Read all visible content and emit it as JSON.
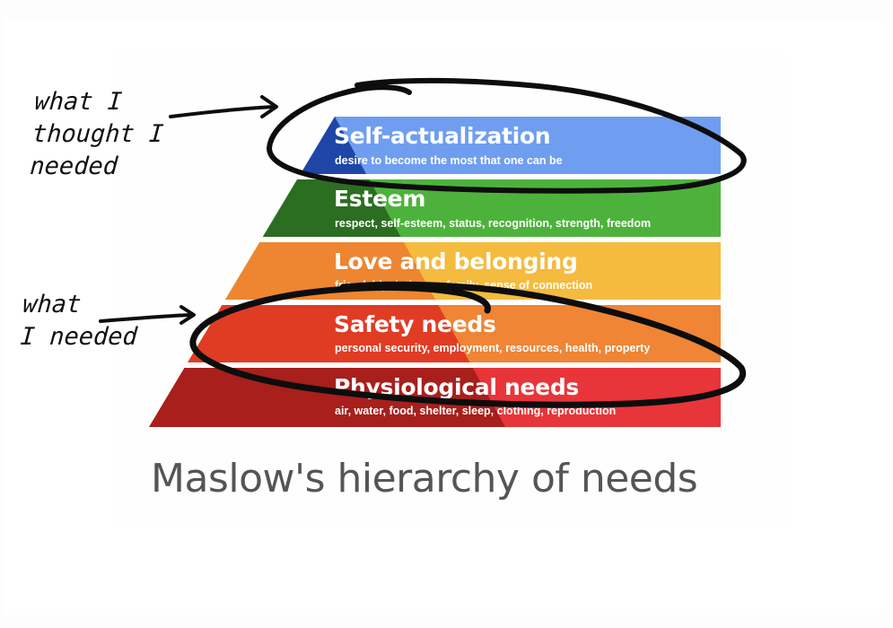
{
  "diagram": {
    "title": "Maslow's hierarchy of needs",
    "tiers": [
      {
        "name": "Self-actualization",
        "description": "desire to become the most that one can be",
        "color": "#6f9ef0",
        "shade": "#1f46a6"
      },
      {
        "name": "Esteem",
        "description": "respect, self-esteem, status, recognition, strength, freedom",
        "color": "#4db23c",
        "shade": "#2b6e22"
      },
      {
        "name": "Love and belonging",
        "description": "friendship, intimacy, family, sense of connection",
        "color": "#f4bb3e",
        "shade": "#ee8530"
      },
      {
        "name": "Safety needs",
        "description": "personal security, employment, resources, health, property",
        "color": "#ef8535",
        "shade": "#e03c24"
      },
      {
        "name": "Physiological needs",
        "description": "air, water, food, shelter, sleep, clothing, reproduction",
        "color": "#e8353a",
        "shade": "#a81f1c"
      }
    ]
  },
  "annotations": {
    "top_note": [
      "what I",
      "thought I",
      "needed"
    ],
    "bottom_note": [
      "what",
      "I needed"
    ],
    "ink_color": "#0d0d0d"
  }
}
